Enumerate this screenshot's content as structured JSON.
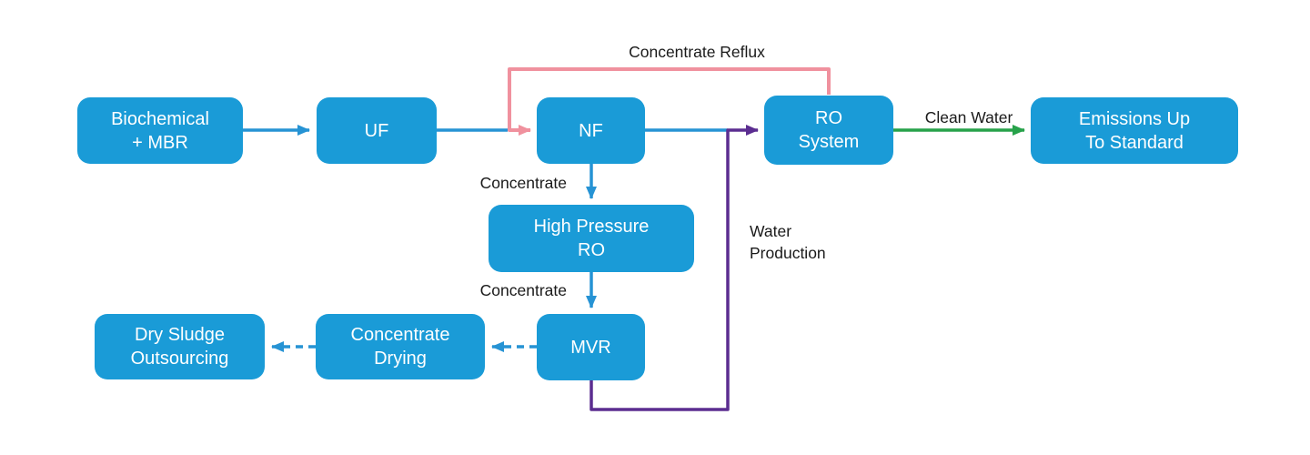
{
  "diagram": {
    "nodes": {
      "biochemical_mbr": {
        "label": "Biochemical\n+ MBR"
      },
      "uf": {
        "label": "UF"
      },
      "nf": {
        "label": "NF"
      },
      "ro_system": {
        "label": "RO\nSystem"
      },
      "emissions": {
        "label": "Emissions Up\nTo Standard"
      },
      "high_pressure_ro": {
        "label": "High Pressure\nRO"
      },
      "mvr": {
        "label": "MVR"
      },
      "concentrate_drying": {
        "label": "Concentrate\nDrying"
      },
      "dry_sludge": {
        "label": "Dry Sludge\nOutsourcing"
      }
    },
    "edge_labels": {
      "concentrate_reflux": "Concentrate Reflux",
      "concentrate_nf": "Concentrate",
      "concentrate_hpro": "Concentrate",
      "clean_water": "Clean Water",
      "water_production": "Water\nProduction"
    },
    "colors": {
      "node_fill": "#1a9bd7",
      "node_text": "#ffffff",
      "flow_blue": "#2693d4",
      "reflux_pink": "#f0919e",
      "water_purple": "#5b2d90",
      "clean_green": "#27a24a",
      "label_text": "#1a1a1a",
      "background": "#ffffff"
    }
  }
}
